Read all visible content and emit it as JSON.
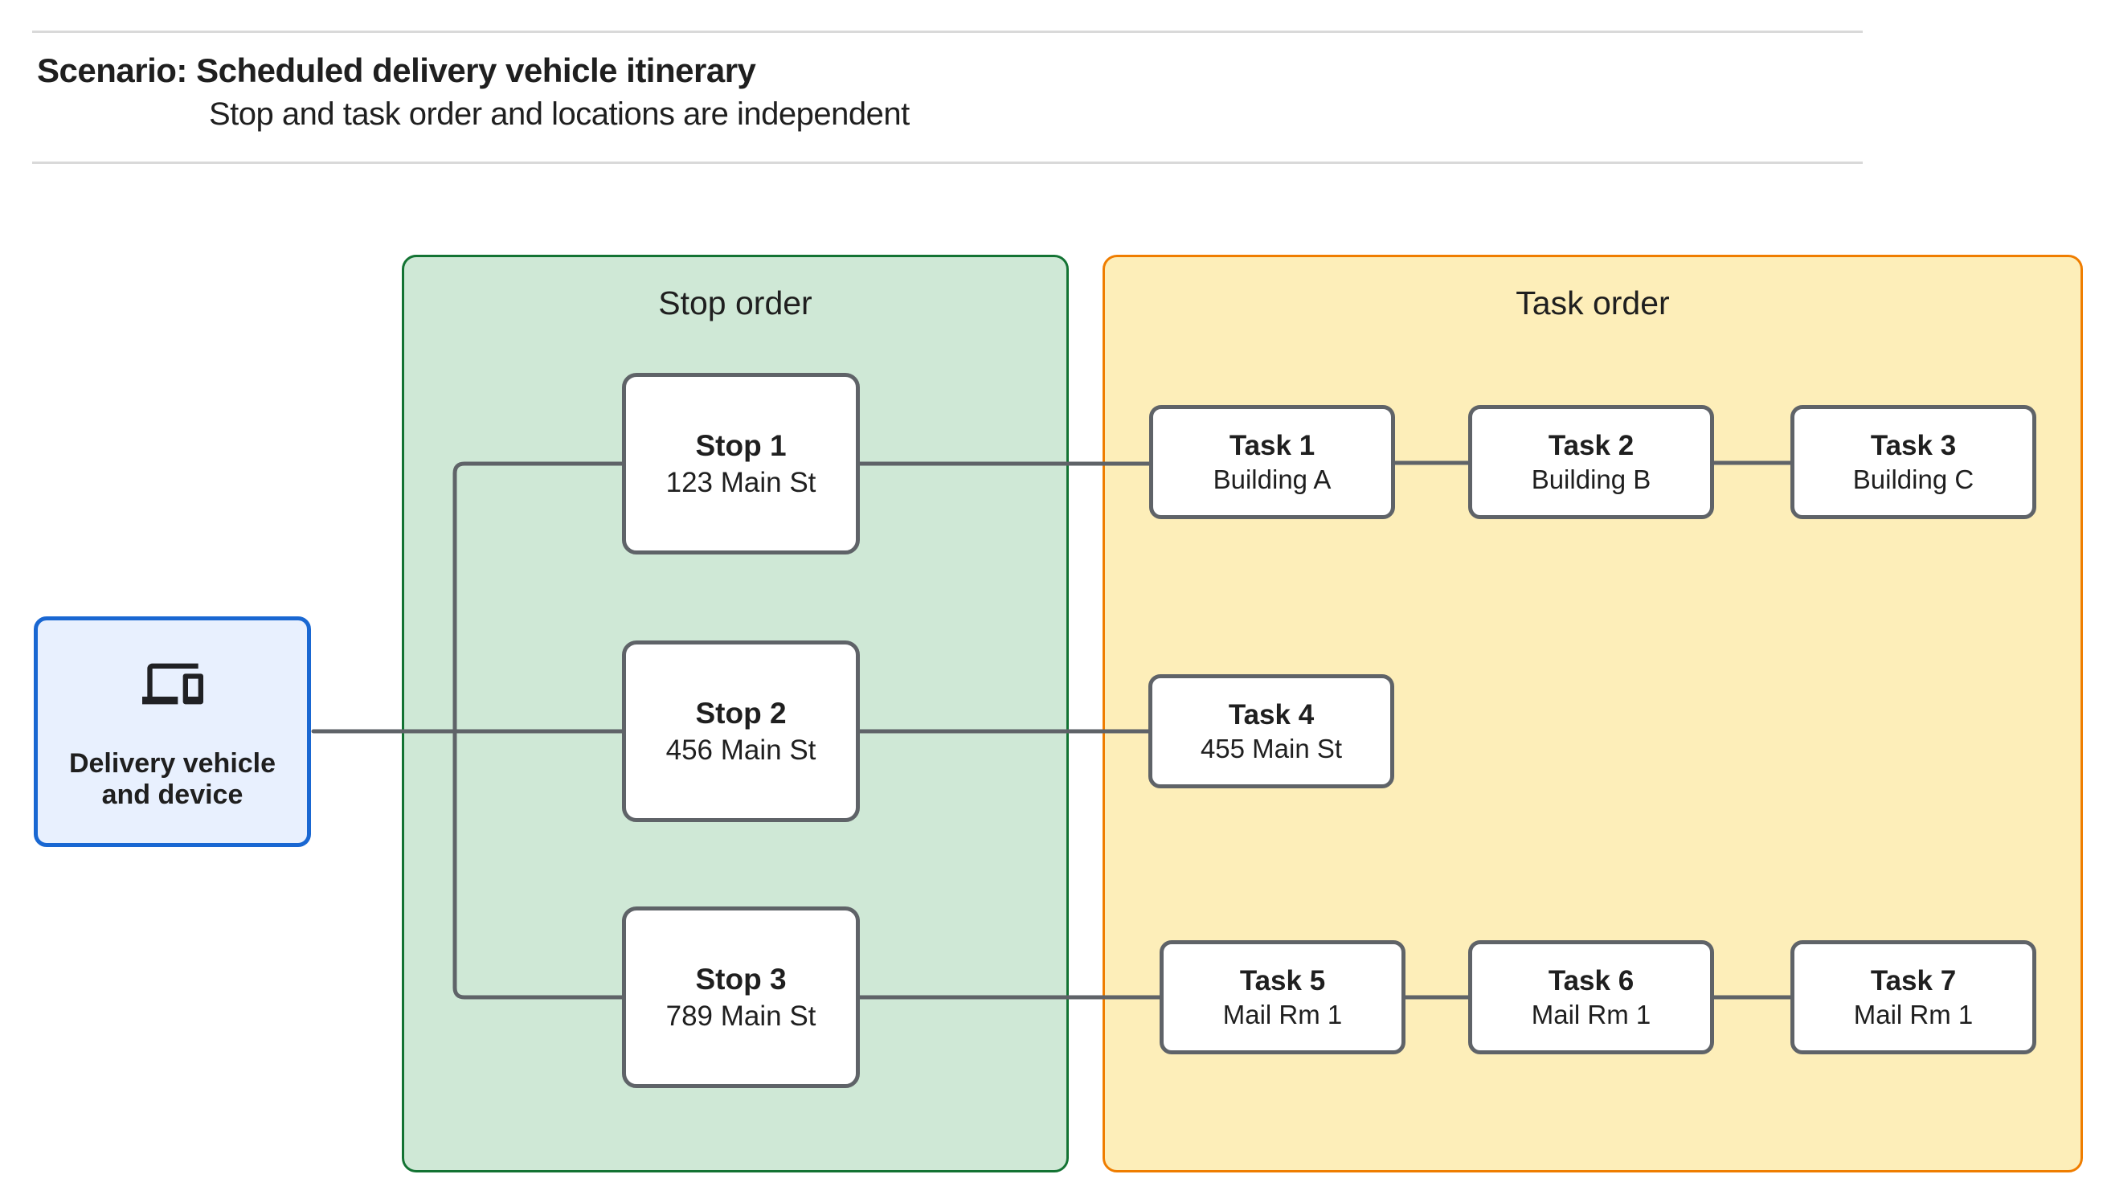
{
  "header": {
    "title": "Scenario: Scheduled delivery vehicle itinerary",
    "subtitle": "Stop and task order and locations are independent"
  },
  "delivery_node": {
    "label": "Delivery vehicle and device",
    "icon": "devices-icon"
  },
  "stop_panel": {
    "title": "Stop order"
  },
  "task_panel": {
    "title": "Task order"
  },
  "stops": [
    {
      "name": "Stop 1",
      "location": "123 Main St"
    },
    {
      "name": "Stop 2",
      "location": "456 Main St"
    },
    {
      "name": "Stop 3",
      "location": "789 Main St"
    }
  ],
  "tasks": [
    {
      "name": "Task 1",
      "location": "Building A"
    },
    {
      "name": "Task 2",
      "location": "Building B"
    },
    {
      "name": "Task 3",
      "location": "Building C"
    },
    {
      "name": "Task 4",
      "location": "455 Main St"
    },
    {
      "name": "Task 5",
      "location": "Mail Rm 1"
    },
    {
      "name": "Task 6",
      "location": "Mail Rm 1"
    },
    {
      "name": "Task 7",
      "location": "Mail Rm 1"
    }
  ],
  "colors": {
    "text": "#1f1f1f",
    "rule": "#d9d9d9",
    "connector": "#5f6368",
    "node_border": "#5f6368",
    "stop_panel_fill": "#cfe8d6",
    "stop_panel_border": "#137333",
    "task_panel_fill": "#fdeeb9",
    "task_panel_border": "#ef7d00",
    "delivery_fill": "#e8f0fe",
    "delivery_border": "#1967d2"
  }
}
